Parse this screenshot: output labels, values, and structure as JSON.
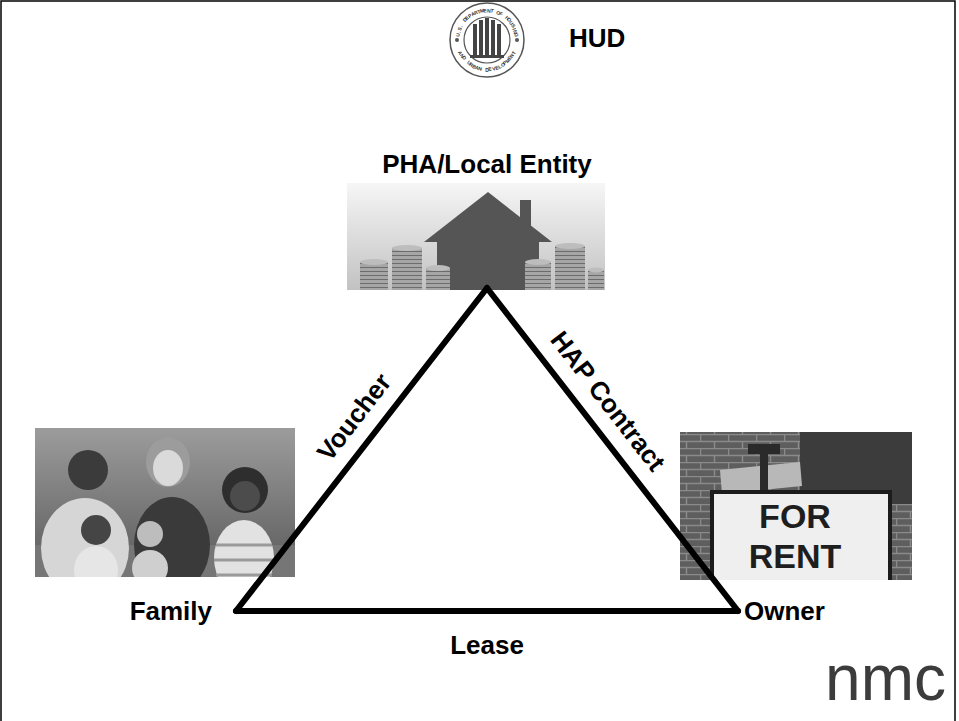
{
  "diagram": {
    "nodes": [
      {
        "text": [
          "PHA/Local Entity"
        ]
      },
      {
        "text": [
          "Family"
        ]
      },
      {
        "text": [
          "Owner"
        ]
      }
    ],
    "edges": [
      {
        "from": 0,
        "to": 1,
        "arrow": "none",
        "label": "Voucher"
      },
      {
        "from": 0,
        "to": 2,
        "arrow": "none",
        "label": "HAP Contract"
      },
      {
        "from": 1,
        "to": 2,
        "arrow": "none",
        "label": "Lease"
      }
    ],
    "labels": [
      "HUD",
      "U.S. DEPARTMENT OF HOUSING",
      "AND URBAN DEVELOPMENT",
      "FOR",
      "RENT",
      "nmc"
    ]
  }
}
